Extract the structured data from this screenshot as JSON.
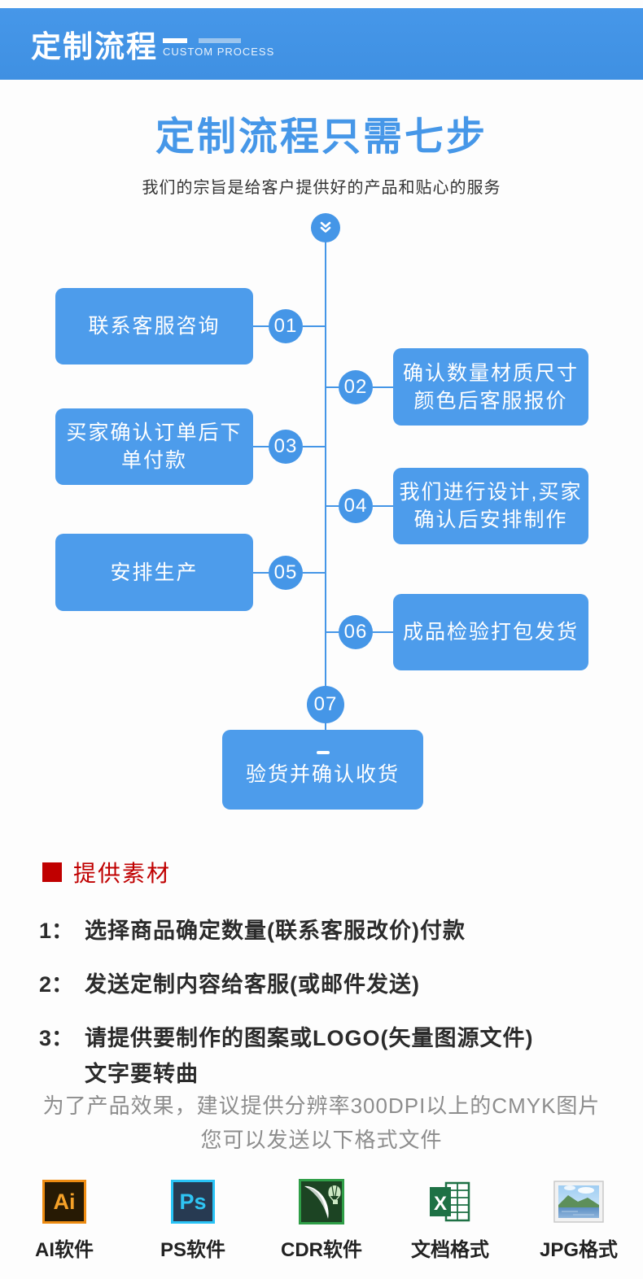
{
  "banner": {
    "title": "定制流程",
    "subtitle": "CUSTOM PROCESS"
  },
  "hero": {
    "title": "定制流程只需七步",
    "subtitle": "我们的宗旨是给客户提供好的产品和贴心的服务"
  },
  "flow": {
    "steps": [
      {
        "num": "01",
        "line1": "联系客服咨询",
        "line2": ""
      },
      {
        "num": "02",
        "line1": "确认数量材质尺寸",
        "line2": "颜色后客服报价"
      },
      {
        "num": "03",
        "line1": "买家确认订单后下",
        "line2": "单付款"
      },
      {
        "num": "04",
        "line1": "我们进行设计,买家",
        "line2": "确认后安排制作"
      },
      {
        "num": "05",
        "line1": "安排生产",
        "line2": ""
      },
      {
        "num": "06",
        "line1": "成品检验打包发货",
        "line2": ""
      },
      {
        "num": "07",
        "line1": "验货并确认收货",
        "line2": ""
      }
    ]
  },
  "materials": {
    "heading": "提供素材",
    "items": [
      {
        "num": "1：",
        "line1": "选择商品确定数量(联系客服改价)付款",
        "line2": ""
      },
      {
        "num": "2：",
        "line1": "发送定制内容给客服(或邮件发送)",
        "line2": ""
      },
      {
        "num": "3：",
        "line1": "请提供要制作的图案或LOGO(矢量图源文件)",
        "line2": "文字要转曲"
      }
    ],
    "note_line1": "为了产品效果，建议提供分辨率300DPI以上的CMYK图片",
    "note_line2": "您可以发送以下格式文件"
  },
  "formats": [
    {
      "label": "AI软件",
      "glyph": "Ai"
    },
    {
      "label": "PS软件",
      "glyph": "Ps"
    },
    {
      "label": "CDR软件",
      "glyph": ""
    },
    {
      "label": "文档格式",
      "glyph": "X"
    },
    {
      "label": "JPG格式",
      "glyph": ""
    }
  ],
  "colors": {
    "banner_blue": "#4194e6",
    "box_blue": "#4d9ceb",
    "circle_blue": "#4596e7",
    "title_blue": "#4697e8",
    "heading_red": "#c00000",
    "text_dark": "#2b2b2b",
    "note_gray": "#8d8d8d"
  }
}
